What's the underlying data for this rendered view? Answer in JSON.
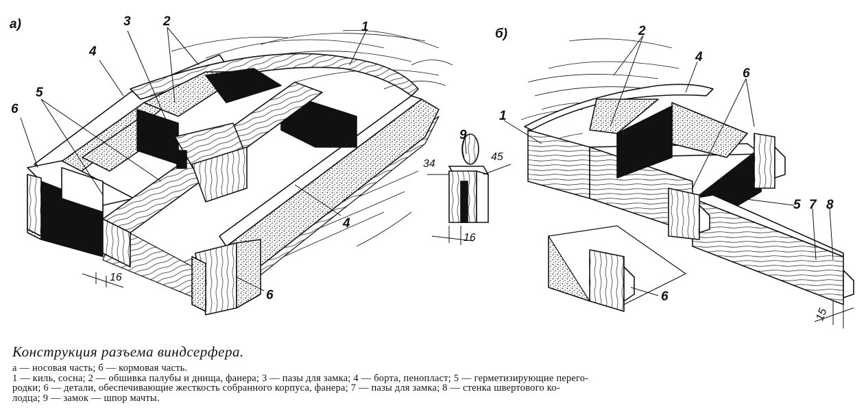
{
  "figure": {
    "panel_labels": {
      "a": "а)",
      "b": "б)"
    },
    "part_numbers": [
      "1",
      "2",
      "3",
      "4",
      "5",
      "6",
      "7",
      "8",
      "9"
    ],
    "dimensions": {
      "groove_a": "16",
      "mast_width": "34",
      "mast_depth": "45",
      "mast_base": "16",
      "groove_b": "15"
    }
  },
  "caption": {
    "title": "Конструкция разъема виндсерфера.",
    "lines": [
      "а — носовая часть; б — кормовая часть.",
      "1 — киль, сосна; 2 — обшивка палубы и днища, фанера; 3 — пазы для замка; 4 — борта, пенопласт; 5 — герметизирующие перего-",
      "родки; 6 — детали, обеспечивающие жесткость собранного корпуса, фанера; 7 — пазы для замка; 8 — стенка швертового ко-",
      "лодца; 9 — замок — шпор мачты."
    ]
  }
}
